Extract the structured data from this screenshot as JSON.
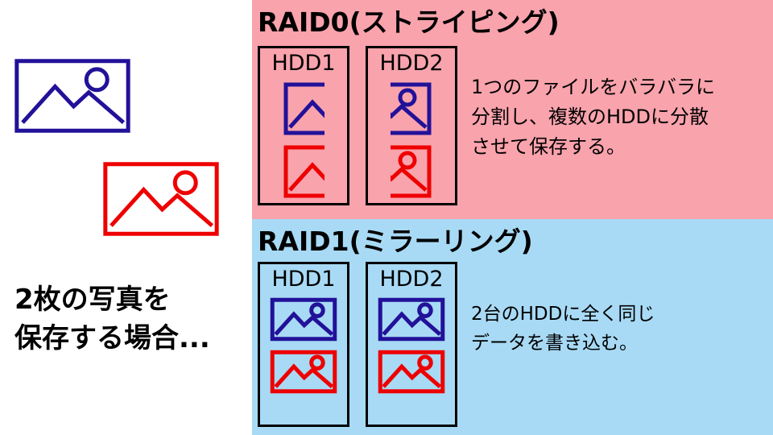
{
  "colors": {
    "raid0_bg": "#f9a3ad",
    "raid1_bg": "#a8daf5",
    "photo_blue": "#221199",
    "photo_red": "#ee0000",
    "border": "#000000"
  },
  "icons": {
    "photo_icon": "picture frame with sun circle and mountains"
  },
  "left": {
    "caption_line1": "2枚の写真を",
    "caption_line2": "保存する場合..."
  },
  "raid0": {
    "title": "RAID0(ストライピング)",
    "hdd1_label": "HDD1",
    "hdd2_label": "HDD2",
    "description_line1": "1つのファイルをバラバラに",
    "description_line2": "分割し、複数のHDDに分散",
    "description_line3": "させて保存する。"
  },
  "raid1": {
    "title": "RAID1(ミラーリング)",
    "hdd1_label": "HDD1",
    "hdd2_label": "HDD2",
    "description_line1": "2台のHDDに全く同じ",
    "description_line2": "データを書き込む。"
  }
}
